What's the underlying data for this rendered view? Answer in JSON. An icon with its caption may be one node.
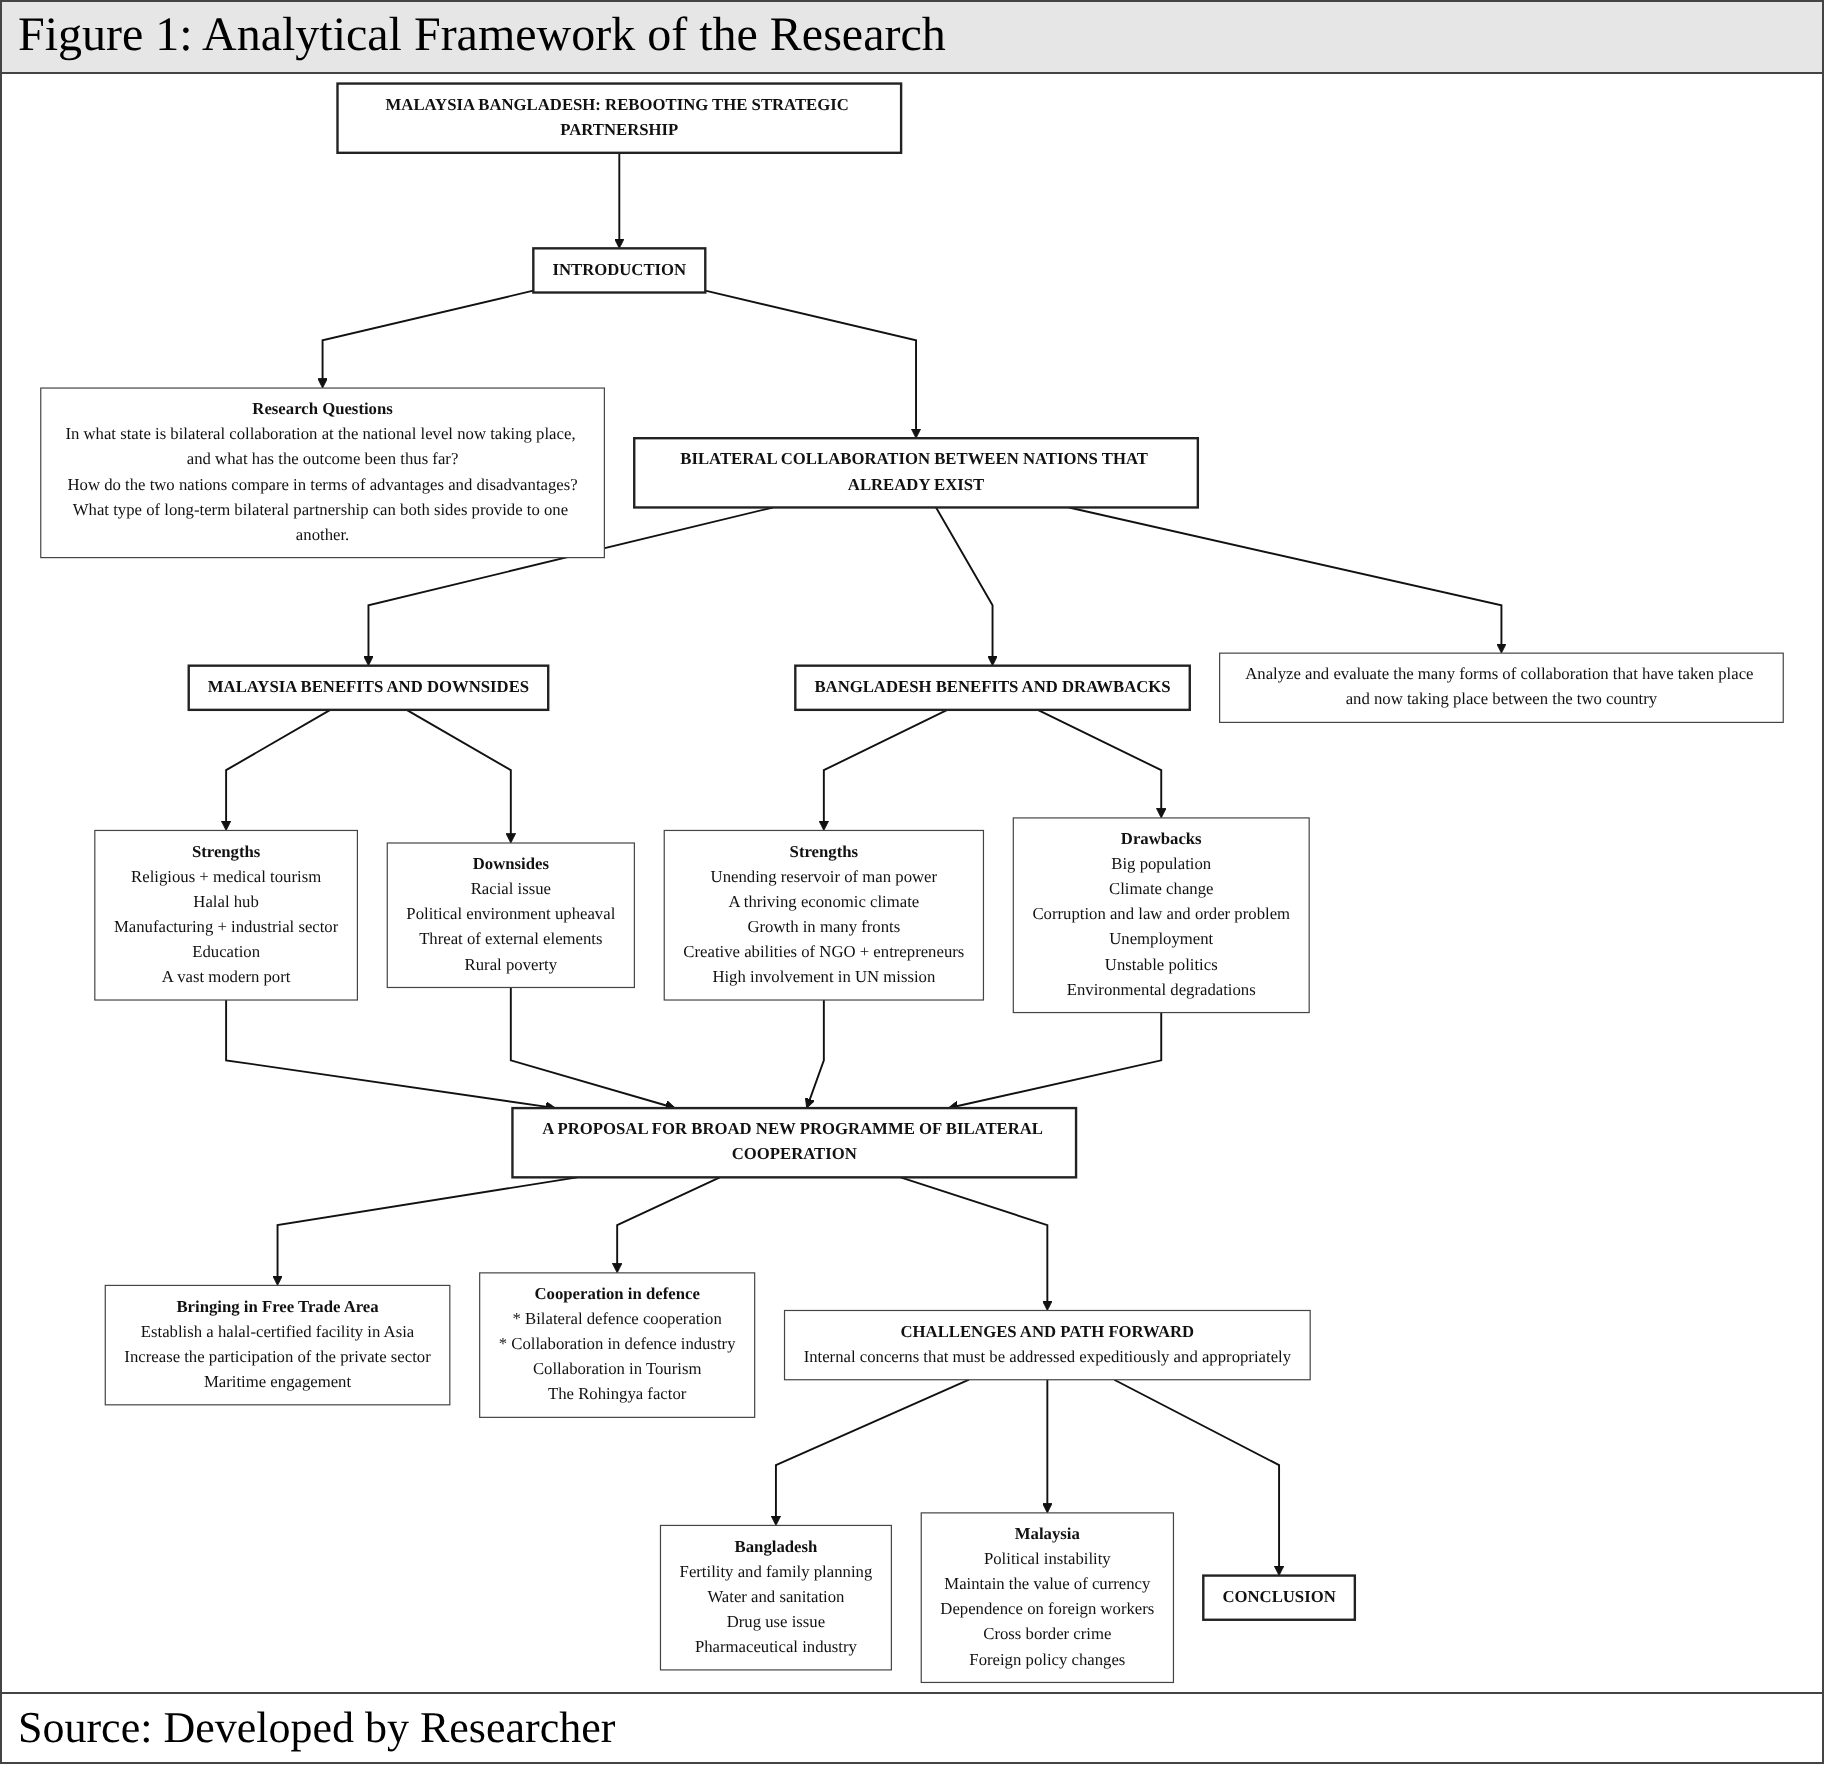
{
  "diagram": {
    "title": "Figure 1: Analytical Framework of the Research",
    "caption": "Source: Developed by Researcher",
    "nodes": [
      {
        "text": [
          "MALAYSIA BANGLADESH: REBOOTING THE STRATEGIC PARTNERSHIP"
        ]
      },
      {
        "text": [
          "Analyze and evaluate the many forms of collaboration that have taken place and now taking place between the two country"
        ]
      },
      {
        "text": [
          "INTRODUCTION"
        ]
      },
      {
        "text": [
          "Research Questions",
          "In what state is bilateral collaboration at the national level now taking place, and what has the outcome been thus far?",
          "How do the two nations compare in terms of advantages and disadvantages?",
          "What type of long-term bilateral partnership can both sides provide to one another."
        ]
      },
      {
        "text": [
          "BILATERAL COLLABORATION BETWEEN NATIONS THAT ALREADY EXIST"
        ]
      },
      {
        "text": [
          "MALAYSIA BENEFITS AND DOWNSIDES"
        ]
      },
      {
        "text": [
          "BANGLADESH BENEFITS AND DRAWBACKS"
        ]
      },
      {
        "text": [
          "Strengths",
          "Religious + medical tourism",
          "Halal hub",
          "Manufacturing + industrial sector",
          "Education",
          "A vast modern port"
        ]
      },
      {
        "text": [
          "Downsides",
          "Racial issue",
          "Political environment upheaval",
          "Threat of external elements",
          "Rural poverty"
        ]
      },
      {
        "text": [
          "Strengths",
          "Unending reservoir of man power",
          "A thriving economic climate",
          "Growth in many fronts",
          "Creative abilities of NGO + entrepreneurs",
          "High involvement in UN mission"
        ]
      },
      {
        "text": [
          "Drawbacks",
          "Big population",
          "Climate change",
          "Corruption and law and order problem",
          "Unemployment",
          "Unstable politics",
          "Environmental degradations"
        ]
      },
      {
        "text": [
          "A PROPOSAL FOR BROAD NEW PROGRAMME OF BILATERAL COOPERATION"
        ]
      },
      {
        "text": [
          "Bringing in Free Trade Area",
          "Establish a halal-certified facility in Asia",
          "Increase the participation of the private sector",
          "Maritime engagement"
        ]
      },
      {
        "text": [
          "Cooperation in defence",
          "* Bilateral defence cooperation",
          "* Collaboration in defence industry",
          "Collaboration in Tourism",
          "The Rohingya factor"
        ]
      },
      {
        "text": [
          "Bangladesh",
          "Fertility and family planning",
          "Water and sanitation",
          "Drug use issue",
          "Pharmaceutical industry"
        ]
      },
      {
        "text": [
          "CHALLENGES AND PATH FORWARD",
          "Internal concerns that must be addressed expeditiously and appropriately"
        ]
      },
      {
        "text": [
          "Malaysia",
          "Political instability",
          "Maintain the value of currency",
          "Dependence on foreign workers",
          "Cross border crime",
          "Foreign policy changes"
        ]
      },
      {
        "text": [
          "CONCLUSION"
        ]
      }
    ],
    "edges": [
      {
        "from": 0,
        "to": 2,
        "arrow": "to"
      },
      {
        "from": 2,
        "to": 4,
        "arrow": "to"
      },
      {
        "from": 4,
        "to": 5,
        "arrow": "to"
      },
      {
        "from": 4,
        "to": 6,
        "arrow": "to"
      },
      {
        "from": 4,
        "to": 1,
        "arrow": "to"
      },
      {
        "from": 5,
        "to": 7,
        "arrow": "to"
      },
      {
        "from": 5,
        "to": 8,
        "arrow": "to"
      },
      {
        "from": 6,
        "to": 9,
        "arrow": "to"
      },
      {
        "from": 6,
        "to": 10,
        "arrow": "to"
      },
      {
        "from": 7,
        "to": 11,
        "arrow": "to"
      },
      {
        "from": 8,
        "to": 11,
        "arrow": "to"
      },
      {
        "from": 9,
        "to": 11,
        "arrow": "to"
      },
      {
        "from": 10,
        "to": 11,
        "arrow": "to"
      },
      {
        "from": 11,
        "to": 12,
        "arrow": "to"
      },
      {
        "from": 11,
        "to": 15,
        "arrow": "to"
      },
      {
        "from": 11,
        "to": 13,
        "arrow": "to"
      },
      {
        "from": 15,
        "to": 14,
        "arrow": "to"
      },
      {
        "from": 15,
        "to": 16,
        "arrow": "to"
      },
      {
        "from": 15,
        "to": 17,
        "arrow": "to"
      },
      {
        "from": 2,
        "to": 3,
        "arrow": "to"
      }
    ]
  }
}
